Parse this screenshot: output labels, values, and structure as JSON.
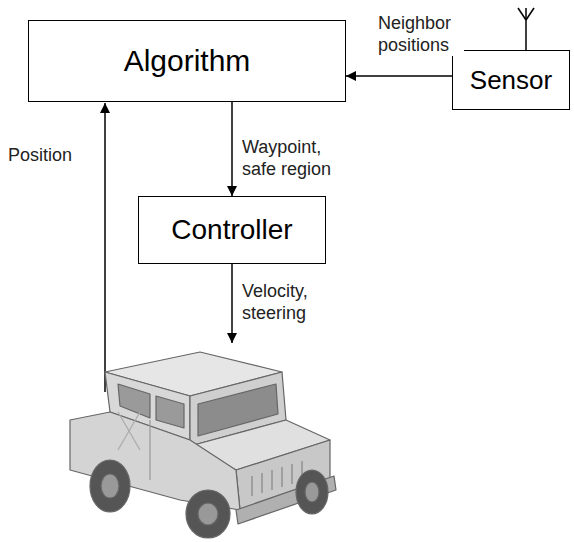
{
  "diagram": {
    "nodes": [
      {
        "text": [
          "Algorithm"
        ]
      },
      {
        "text": [
          "Sensor"
        ]
      },
      {
        "text": [
          "Controller"
        ]
      }
    ],
    "edges": [
      {
        "from": 1,
        "to": 0,
        "label": "Neighbor positions",
        "arrow": "to"
      },
      {
        "from": 0,
        "to": 2,
        "label": "Waypoint, safe region",
        "arrow": "to"
      }
    ],
    "labels": [
      "Velocity, steering",
      "Position"
    ]
  }
}
